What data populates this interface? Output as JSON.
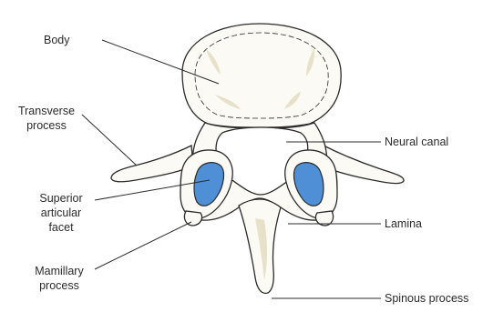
{
  "labels": {
    "body": "Body",
    "transverse_process_1": "Transverse",
    "transverse_process_2": "process",
    "superior_articular_facet_1": "Superior",
    "superior_articular_facet_2": "articular",
    "superior_articular_facet_3": "facet",
    "mamillary_process_1": "Mamillary",
    "mamillary_process_2": "process",
    "neural_canal": "Neural canal",
    "lamina": "Lamina",
    "spinous_process": "Spinous process"
  },
  "colors": {
    "facet_fill": "#4f8fd6",
    "bone_fill": "#fbfaf5",
    "bone_shade": "#e6e1c8",
    "outline": "#2b2b2b"
  }
}
